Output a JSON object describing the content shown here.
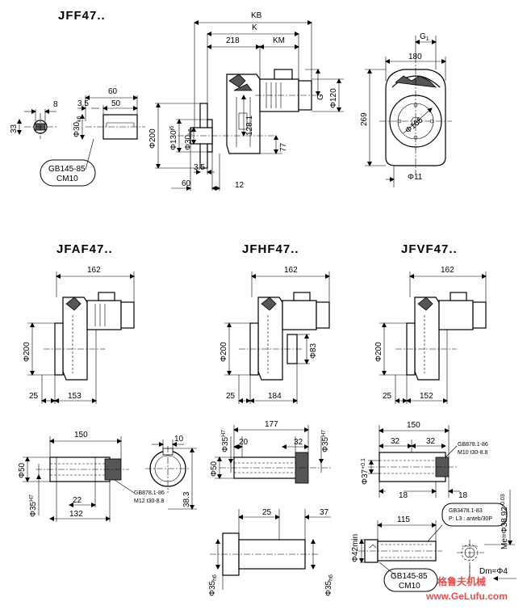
{
  "titles": {
    "jff": "JFF47..",
    "jfaf": "JFAF47..",
    "jfhf": "JFHF47..",
    "jfvf": "JFVF47.."
  },
  "jff_dims": {
    "kb": "KB",
    "k": "K",
    "d218": "218",
    "km": "KM",
    "g1": "G",
    "g1_sub": "1",
    "d180": "180",
    "g": "G",
    "d120": "Φ120",
    "d128": "128.1",
    "d200": "Φ200",
    "d130": "Φ130",
    "d130_sub": "j6",
    "d30h": "Φ30",
    "d30h_sub": "h6",
    "d77": "77",
    "d35": "3.5",
    "d60": "60",
    "d12": "12",
    "d269": "269",
    "d165": "Φ165",
    "d11": "Φ11"
  },
  "shaft_detail": {
    "d8": "8",
    "d33": "33",
    "d35": "3.5",
    "d60": "60",
    "d50": "50",
    "d30k": "Φ30",
    "d30k_sub": "k6",
    "std_line1": "GB145-85",
    "std_line2": "CM10"
  },
  "jfaf_dims": {
    "d162": "162",
    "d200": "Φ200",
    "d25": "25",
    "d153": "153"
  },
  "jfhf_dims": {
    "d162": "162",
    "d200": "Φ200",
    "d83": "Φ83",
    "d25": "25",
    "d184": "184"
  },
  "jfvf_dims": {
    "d162": "162",
    "d200": "Φ200",
    "d25": "25",
    "d152": "152"
  },
  "hollow_a": {
    "d150": "150",
    "d50": "Φ50",
    "d35h7": "Φ35",
    "d35h7_sub": "H7",
    "d22": "22",
    "d132": "132",
    "d10": "10",
    "d383": "38.3",
    "note_line1": "GB878.1-86",
    "note_line2": "M12 t30-8.8"
  },
  "hollow_h": {
    "d177": "177",
    "d20": "20",
    "d32": "32",
    "d50": "Φ50",
    "d35l": "Φ35",
    "d35l_sub": "H7",
    "d35r": "Φ35",
    "d35r_sub": "H7",
    "d25": "25",
    "d37": "37",
    "d35h6l": "Φ35",
    "d35h6l_sub": "h6",
    "d35h6r": "Φ35",
    "d35h6r_sub": "h6"
  },
  "hollow_v": {
    "d150": "150",
    "d32a": "32",
    "d32b": "32",
    "d37": "Φ37",
    "d37_sup": "+0.1",
    "d18a": "18",
    "d18b": "18",
    "d115": "115",
    "d42": "Φ42min",
    "me": "Me=Φ38.92",
    "me_sub": "-0.03",
    "dm": "Dm=Φ4",
    "note1_line1": "GB878.1-86",
    "note1_line2": "M10 t30-8.8",
    "note2_line1": "GB3478.1-83",
    "note2_line2": "P: L3 : anteb/30P",
    "std_line1": "GB145-85",
    "std_line2": "CM10"
  },
  "watermark": {
    "cn": "格鲁夫机械",
    "url": "www.GeLufu.com"
  }
}
